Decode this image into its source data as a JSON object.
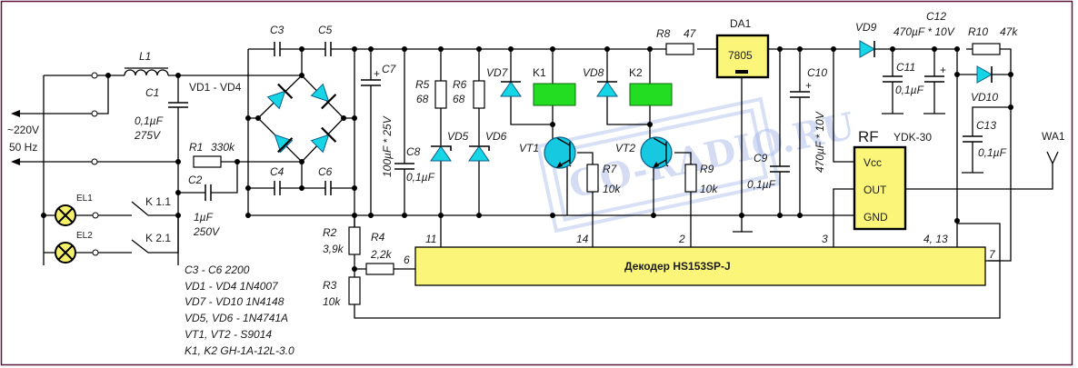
{
  "colors": {
    "border": "#5a1840",
    "diode": "#16d6e6",
    "relay": "#22dd22",
    "chip": "#fbf67a",
    "watermark": "#9fb2e6"
  },
  "mains": {
    "voltage": "~220V",
    "freq": "50 Hz"
  },
  "inductor": {
    "ref": "L1"
  },
  "caps": {
    "c1": {
      "ref": "C1",
      "value": "0,1µF",
      "rating": "275V"
    },
    "c2": {
      "ref": "C2",
      "value": "1µF",
      "rating": "250V"
    },
    "c3": {
      "ref": "C3"
    },
    "c4": {
      "ref": "C4"
    },
    "c5": {
      "ref": "C5"
    },
    "c6": {
      "ref": "C6"
    },
    "c7": {
      "ref": "C7",
      "value": "100µF * 25V"
    },
    "c8": {
      "ref": "C8",
      "value": "0,1µF"
    },
    "c9": {
      "ref": "C9",
      "value": "0,1µF"
    },
    "c10": {
      "ref": "C10",
      "value": "470µF * 10V"
    },
    "c11": {
      "ref": "C11",
      "value": "0,1µF"
    },
    "c12": {
      "ref": "C12",
      "value": "470µF * 10V"
    },
    "c13": {
      "ref": "C13",
      "value": "0,1µF"
    }
  },
  "resistors": {
    "r1": {
      "ref": "R1",
      "value": "330k"
    },
    "r2": {
      "ref": "R2",
      "value": "3,9k"
    },
    "r3": {
      "ref": "R3",
      "value": "10k"
    },
    "r4": {
      "ref": "R4",
      "value": "2,2k"
    },
    "r5": {
      "ref": "R5",
      "value": "68"
    },
    "r6": {
      "ref": "R6",
      "value": "68"
    },
    "r7": {
      "ref": "R7",
      "value": "10k"
    },
    "r8": {
      "ref": "R8",
      "value": "47"
    },
    "r9": {
      "ref": "R9",
      "value": "10k"
    },
    "r10": {
      "ref": "R10",
      "value": "47k"
    }
  },
  "diodes": {
    "bridge": "VD1 - VD4",
    "vd5": "VD5",
    "vd6": "VD6",
    "vd7": "VD7",
    "vd8": "VD8",
    "vd9": "VD9",
    "vd10": "VD10"
  },
  "transistors": {
    "vt1": "VT1",
    "vt2": "VT2"
  },
  "relays": {
    "k1": "K1",
    "k2": "K2",
    "k11": "K 1.1",
    "k21": "K 2.1"
  },
  "lamps": {
    "el1": "EL1",
    "el2": "EL2"
  },
  "regulator": {
    "ref": "DA1",
    "part": "7805"
  },
  "rf": {
    "ref": "RF",
    "model": "YDK-30",
    "pins": [
      "Vcc",
      "OUT",
      "GND"
    ]
  },
  "antenna": {
    "ref": "WA1"
  },
  "decoder": {
    "label": "Декодер  HS153SP-J",
    "pins": {
      "p11": "11",
      "p14": "14",
      "p2": "2",
      "p3": "3",
      "p413": "4, 13",
      "p6": "6",
      "p7": "7"
    }
  },
  "bom": [
    "C3 - C6  2200",
    "VD1 - VD4   1N4007",
    "VD7 - VD10  1N4148",
    "VD5, VD6 - 1N4741A",
    "VT1, VT2 -  S9014",
    "K1, K2     GH-1A-12L-3.0"
  ],
  "watermark": "GO-RADIO.RU"
}
